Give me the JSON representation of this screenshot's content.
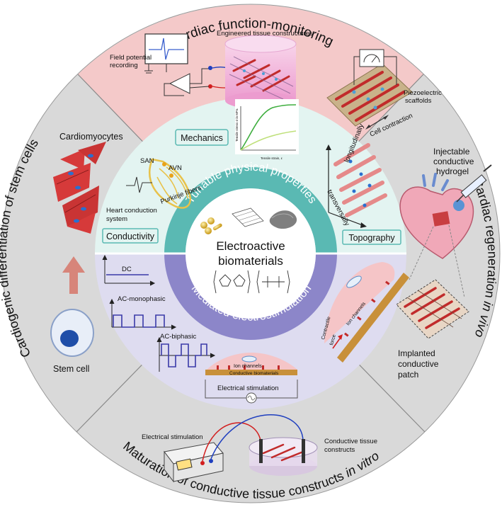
{
  "outer": {
    "top": "Cardiac function-monitoring",
    "left": "Cardiogenic differentiation of stem cells",
    "right_prefix": "Cardiac regeneration ",
    "right_italic": "in vivo",
    "bottom_prefix": "Maturation of conductive tissue constructs ",
    "bottom_italic": "in vitro"
  },
  "top_panel": {
    "engineered": "Engineered tissue constructures",
    "field1": "Field potential",
    "field2": "recording",
    "piezo1": "Piezoelectric",
    "piezo2": "scaffolds",
    "contraction": "Cell contraction"
  },
  "left_panel": {
    "cardiomyocytes": "Cardiomyocytes",
    "stem_cell": "Stem cell"
  },
  "right_panel": {
    "injectable1": "Injectable",
    "injectable2": "conductive",
    "injectable3": "hydrogel",
    "implanted1": "Implanted",
    "implanted2": "conductive",
    "implanted3": "patch"
  },
  "bottom_panel": {
    "estim": "Electrical stimulation",
    "construct1": "Conductive tissue",
    "construct2": "constructs"
  },
  "upper_inner": {
    "ring_label": "Tunable physical properties",
    "mechanics": "Mechanics",
    "conductivity": "Conductivity",
    "topography": "Topography",
    "san": "SAN",
    "avn": "AVN",
    "purkinje": "Purkinje fibers",
    "hcs1": "Heart conduction",
    "hcs2": "system",
    "longitudinally": "longitudinally",
    "transversally": "transversally",
    "plot_xlabel": "Tensile strain, ε",
    "plot_ylabel": "Tensile stress σ in MPa"
  },
  "lower_inner": {
    "ring_label": "Mediated electrostimulation",
    "dc": "DC",
    "ac_mono": "AC-monophasic",
    "ac_bi": "AC-biphasic",
    "ion_channels": "Ion channels",
    "cond_bio": "Conductive biomaterials",
    "estim": "Electrical stimulation",
    "contractile": "Contractile",
    "force": "force"
  },
  "center": {
    "line1": "Electroactive",
    "line2": "biomaterials"
  },
  "colors": {
    "outer_gray": "#d9d9d9",
    "top_pink": "#f4c9c9",
    "teal": "#5ab9b3",
    "teal_light": "#e3f4f1",
    "purple": "#8c86c9",
    "purple_light": "#dedcf0",
    "red_cell": "#d63a3a"
  }
}
